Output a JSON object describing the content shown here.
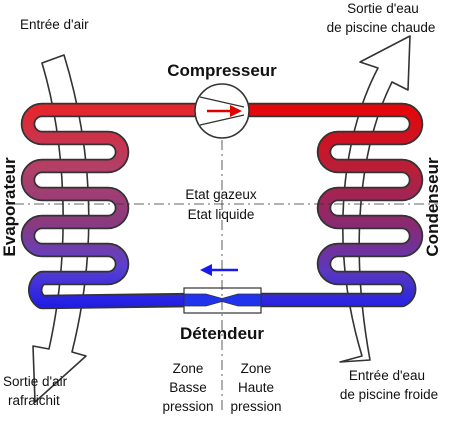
{
  "labels": {
    "air_inlet": "Entrée d'air",
    "air_outlet_line1": "Sortie d'air",
    "air_outlet_line2": "rafraichit",
    "pool_out_line1": "Sortie d'eau",
    "pool_out_line2": "de piscine chaude",
    "pool_in_line1": "Entrée d'eau",
    "pool_in_line2": "de piscine froide",
    "compressor": "Compresseur",
    "expansion_valve": "Détendeur",
    "evaporator": "Evaporateur",
    "condenser": "Condenseur",
    "state_gas": "Etat gazeux",
    "state_liquid": "Etat liquide",
    "zone_low_line1": "Zone",
    "zone_low_line2": "Basse",
    "zone_low_line3": "pression",
    "zone_high_line1": "Zone",
    "zone_high_line2": "Haute",
    "zone_high_line3": "pression"
  },
  "colors": {
    "hot": "#ee0000",
    "cold": "#1a1aee",
    "mid": "#9a3a7a",
    "pipe_outline": "#333333"
  }
}
